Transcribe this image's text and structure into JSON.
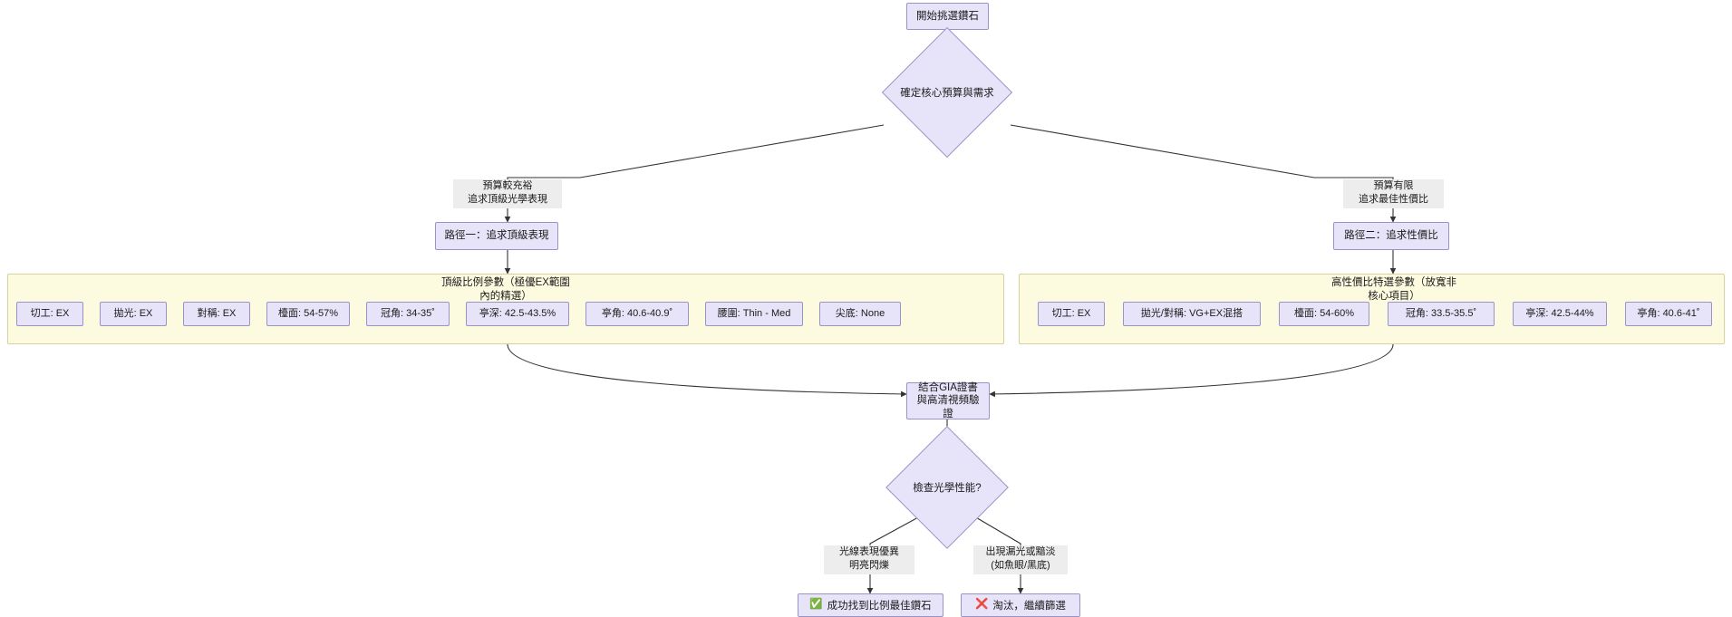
{
  "diagram": {
    "type": "flowchart",
    "title_node": {
      "label": "開始挑選鑽石"
    },
    "decision_budget": {
      "label": "確定核心預算與需求"
    },
    "edge_labels": {
      "left_branch": "預算較充裕\n追求頂級光學表現",
      "right_branch": "預算有限\n追求最佳性價比",
      "optics_pass": "光線表現優異\n明亮閃爍",
      "optics_fail": "出現漏光或黯淡\n(如魚眼/黑底)"
    },
    "path_one": {
      "label": "路徑一：追求頂級表現"
    },
    "path_two": {
      "label": "路徑二：追求性價比"
    },
    "subgraph_left": {
      "title": "頂級比例參數（極優EX範圍\n內的精選）",
      "items": [
        {
          "label": "切工: EX"
        },
        {
          "label": "拋光: EX"
        },
        {
          "label": "對稱: EX"
        },
        {
          "label": "檯面: 54-57%"
        },
        {
          "label": "冠角: 34-35˚"
        },
        {
          "label": "亭深: 42.5-43.5%"
        },
        {
          "label": "亭角: 40.6-40.9˚"
        },
        {
          "label": "腰圍: Thin - Med"
        },
        {
          "label": "尖底: None"
        }
      ]
    },
    "subgraph_right": {
      "title": "高性價比特選參數（放寬非\n核心項目）",
      "items": [
        {
          "label": "切工: EX"
        },
        {
          "label": "拋光/對稱: VG+EX混搭"
        },
        {
          "label": "檯面: 54-60%"
        },
        {
          "label": "冠角: 33.5-35.5˚"
        },
        {
          "label": "亭深: 42.5-44%"
        },
        {
          "label": "亭角: 40.6-41˚"
        }
      ]
    },
    "merge_node": {
      "label": "結合GIA證書\n與高清視頻驗證"
    },
    "decision_optics": {
      "label": "檢查光學性能?"
    },
    "result_success": {
      "icon": "✅",
      "label": "成功找到比例最佳鑽石"
    },
    "result_fail": {
      "icon": "❌",
      "label": "淘汰，繼續篩選"
    },
    "colors": {
      "node_fill": "#e7e3f8",
      "node_stroke": "#9a93c9",
      "subgraph_fill": "#fdfbdf",
      "subgraph_stroke": "#d6d2a0",
      "edge_label_bg": "#ededed",
      "edge_stroke": "#333333",
      "background": "#ffffff"
    }
  }
}
